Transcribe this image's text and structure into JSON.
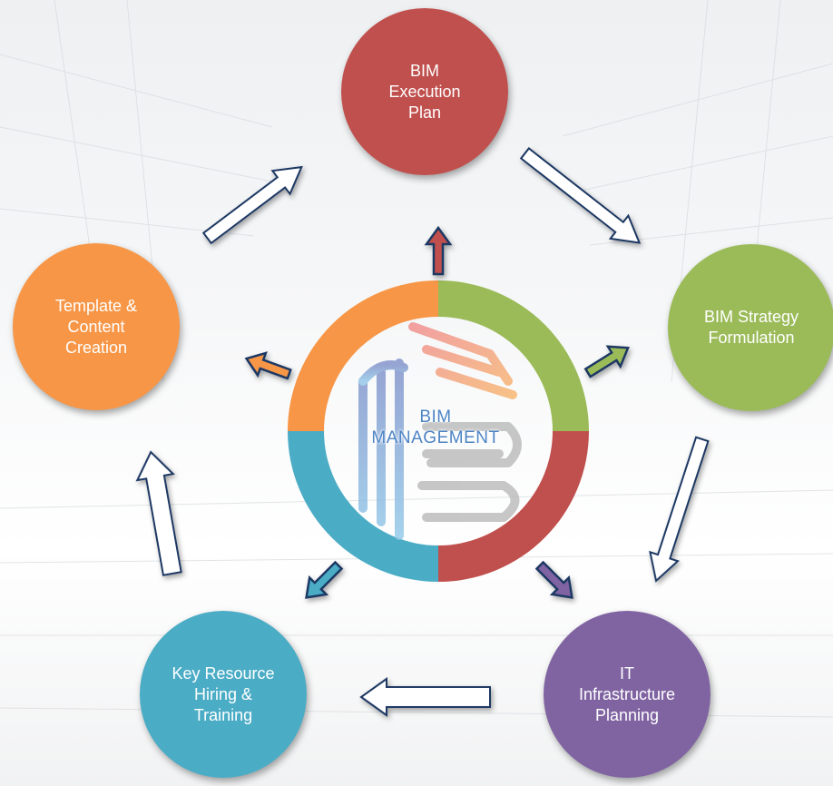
{
  "center": {
    "line1": "BIM",
    "line2": "MANAGEMENT"
  },
  "nodes": {
    "exec": {
      "label": "BIM\nExecution\nPlan",
      "color": "#c0504d"
    },
    "strat": {
      "label": "BIM Strategy\nFormulation",
      "color": "#9bbb59"
    },
    "it": {
      "label": "IT\nInfrastructure\nPlanning",
      "color": "#8064a2"
    },
    "key": {
      "label": "Key Resource\nHiring &\nTraining",
      "color": "#4bacc6"
    },
    "tmpl": {
      "label": "Template &\nContent\nCreation",
      "color": "#f79646"
    }
  },
  "colors": {
    "ring_orange": "#f79646",
    "ring_green": "#9bbb59",
    "ring_red": "#c0504d",
    "ring_blue": "#4bacc6",
    "arrow_outline": "#1f3864",
    "hub_text": "#4d84c4"
  }
}
